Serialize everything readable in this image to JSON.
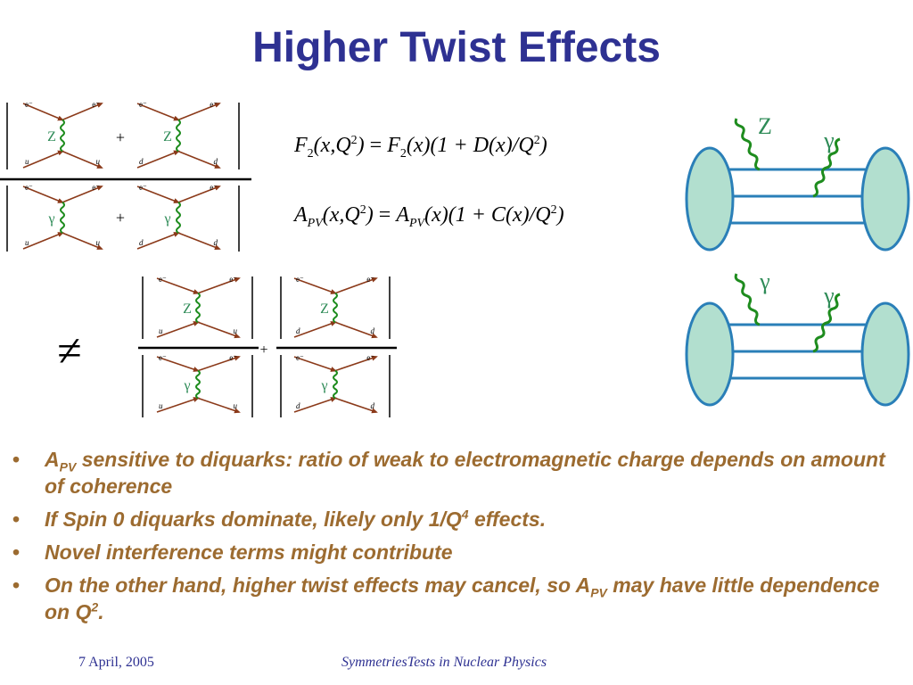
{
  "slide": {
    "title": "Higher Twist Effects"
  },
  "diagrams": {
    "boson_z": "Z",
    "boson_gamma": "γ",
    "electron": "e⁻",
    "quark_u": "u",
    "quark_d": "d",
    "plus": "+",
    "not_equal": "≠"
  },
  "equations": {
    "f2": {
      "lhs_f": "F",
      "lhs_sub": "2",
      "lhs_args": "(x,Q",
      "lhs_sup": "2",
      "lhs_close": ")",
      "eq": " = ",
      "rhs_f": "F",
      "rhs_sub": "2",
      "rhs_args": "(x)(1 + ",
      "rhs_fn": "D",
      "rhs_fnargs": "(x)/Q",
      "rhs_sup": "2",
      "rhs_close": ")"
    },
    "apv": {
      "lhs_f": "A",
      "lhs_sub": "PV",
      "lhs_args": "(x,Q",
      "lhs_sup": "2",
      "lhs_close": ")",
      "eq": " = ",
      "rhs_f": "A",
      "rhs_sub": "PV",
      "rhs_args": "(x)(1 + ",
      "rhs_fn": "C",
      "rhs_fnargs": "(x)/Q",
      "rhs_sup": "2",
      "rhs_close": ")"
    }
  },
  "cartoons": {
    "top_label_1": "Z",
    "top_label_2": "γ",
    "bottom_label_1": "γ",
    "bottom_label_2": "γ"
  },
  "bullets": [
    {
      "a": "A",
      "a_sub": "PV",
      "text": " sensitive to diquarks: ratio of weak to electromagnetic charge depends on amount of coherence"
    },
    {
      "text_pre": "If Spin 0 diquarks dominate, likely only 1/Q",
      "sup": "4",
      "text_post": " effects."
    },
    {
      "text": "Novel interference terms might contribute"
    },
    {
      "text_pre": "On the other hand, higher twist effects may cancel, so A",
      "sub": "PV",
      "text_mid": " may have little dependence on Q",
      "sup": "2",
      "text_post": "."
    }
  ],
  "bullet_symbol": "•",
  "footer": {
    "date": "7 April, 2005",
    "center": "SymmetriesTests in Nuclear Physics"
  },
  "colors": {
    "title": "#2e3192",
    "bullet_text": "#9c6b30",
    "fermion_line": "#8b3a1a",
    "boson_wavy": "#1e8c1e",
    "boson_label": "#2e8b57",
    "nucleon_fill": "#b2dfcf",
    "nucleon_stroke": "#2a7fb8"
  }
}
